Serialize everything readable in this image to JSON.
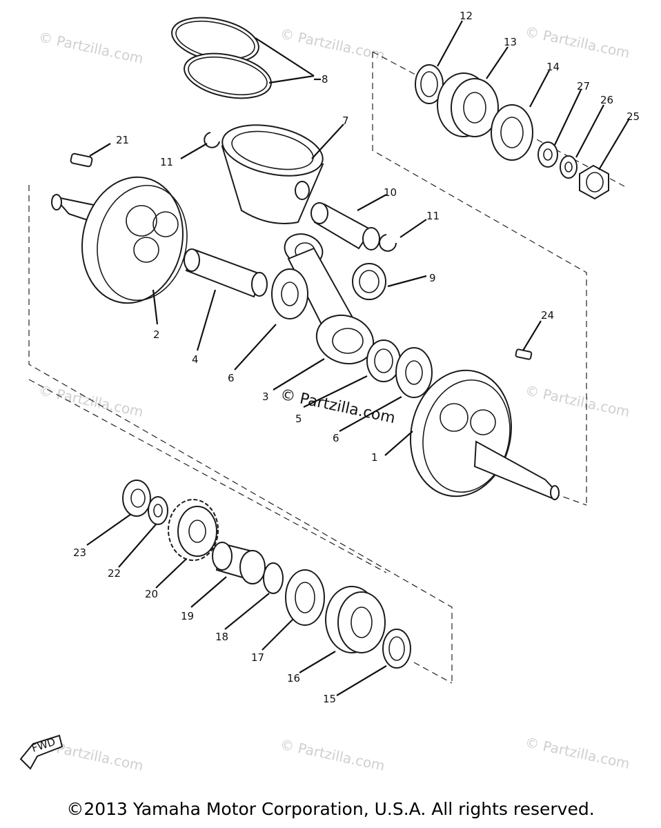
{
  "watermark": "© Partzilla.com",
  "center_watermark": "© Partzilla.com",
  "fwd_label": "FWD",
  "copyright": "©2013  Yamaha Motor Corporation, U.S.A. All rights reserved.",
  "labels": {
    "l1": "1",
    "l2": "2",
    "l3": "3",
    "l4": "4",
    "l5": "5",
    "l6a": "6",
    "l6b": "6",
    "l7": "7",
    "l8": "8",
    "l9": "9",
    "l10": "10",
    "l11a": "11",
    "l11b": "11",
    "l12": "12",
    "l13": "13",
    "l14": "14",
    "l15": "15",
    "l16": "16",
    "l17": "17",
    "l18": "18",
    "l19": "19",
    "l20": "20",
    "l21": "21",
    "l22": "22",
    "l23": "23",
    "l24": "24",
    "l25": "25",
    "l26": "26",
    "l27": "27"
  }
}
